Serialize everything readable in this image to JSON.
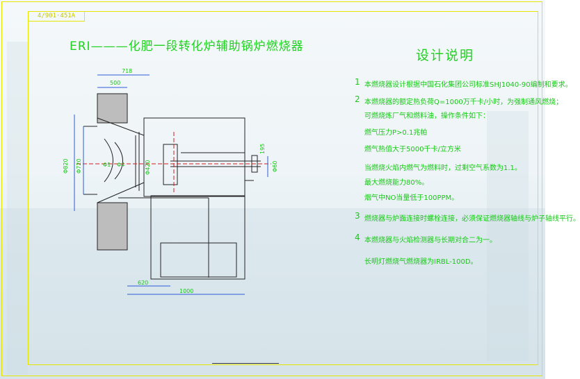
{
  "drawing": {
    "tag": "4/901·451A",
    "title": "ERI———化肥一段转化炉辅助锅炉燃烧器"
  },
  "notes": {
    "heading": "设计说明",
    "items": [
      {
        "num": "1",
        "lines": [
          "本燃烧器设计根据中国石化集团公司标准SHJ1040-90编制和要求。"
        ]
      },
      {
        "num": "2",
        "lines": [
          "本燃烧器的额定热负荷Q=1000万千卡/小时，为强制通风燃烧；",
          "可燃烧炼厂气和燃料油，操作条件如下：",
          "燃气压力P>0.1兆帕",
          "燃气热值大于5000千卡/立方米",
          "当燃烧火焰内燃气为燃料时，过剩空气系数为1.1。",
          "最大燃烧能力80%。",
          "烟气中NO当量低于100PPM。"
        ]
      },
      {
        "num": "3",
        "lines": [
          "燃烧器与炉面连接时螺栓连接，必须保证燃烧器轴线与炉子轴线平行。"
        ]
      },
      {
        "num": "4",
        "lines": [
          "本燃烧器与火焰检测器与长期对合二为一。",
          "长明灯燃烧气燃烧器为IRBL-100D。"
        ]
      }
    ]
  },
  "dimensions": {
    "top_overall": "718",
    "top_inner": "500",
    "height_left": "Φ820",
    "height_left2": "Φ720",
    "throat1": "Φ1",
    "throat2": "Φ4",
    "throat3": "Φ420",
    "nozzle1": "195",
    "nozzle2": "Φ60",
    "bottom_inner": "620",
    "bottom_overall": "1000"
  },
  "colors": {
    "green": "#17c817",
    "yellow": "#e5e500",
    "lineblack": "#222222",
    "blue": "#2a5bd7",
    "red": "#d41c1c"
  }
}
